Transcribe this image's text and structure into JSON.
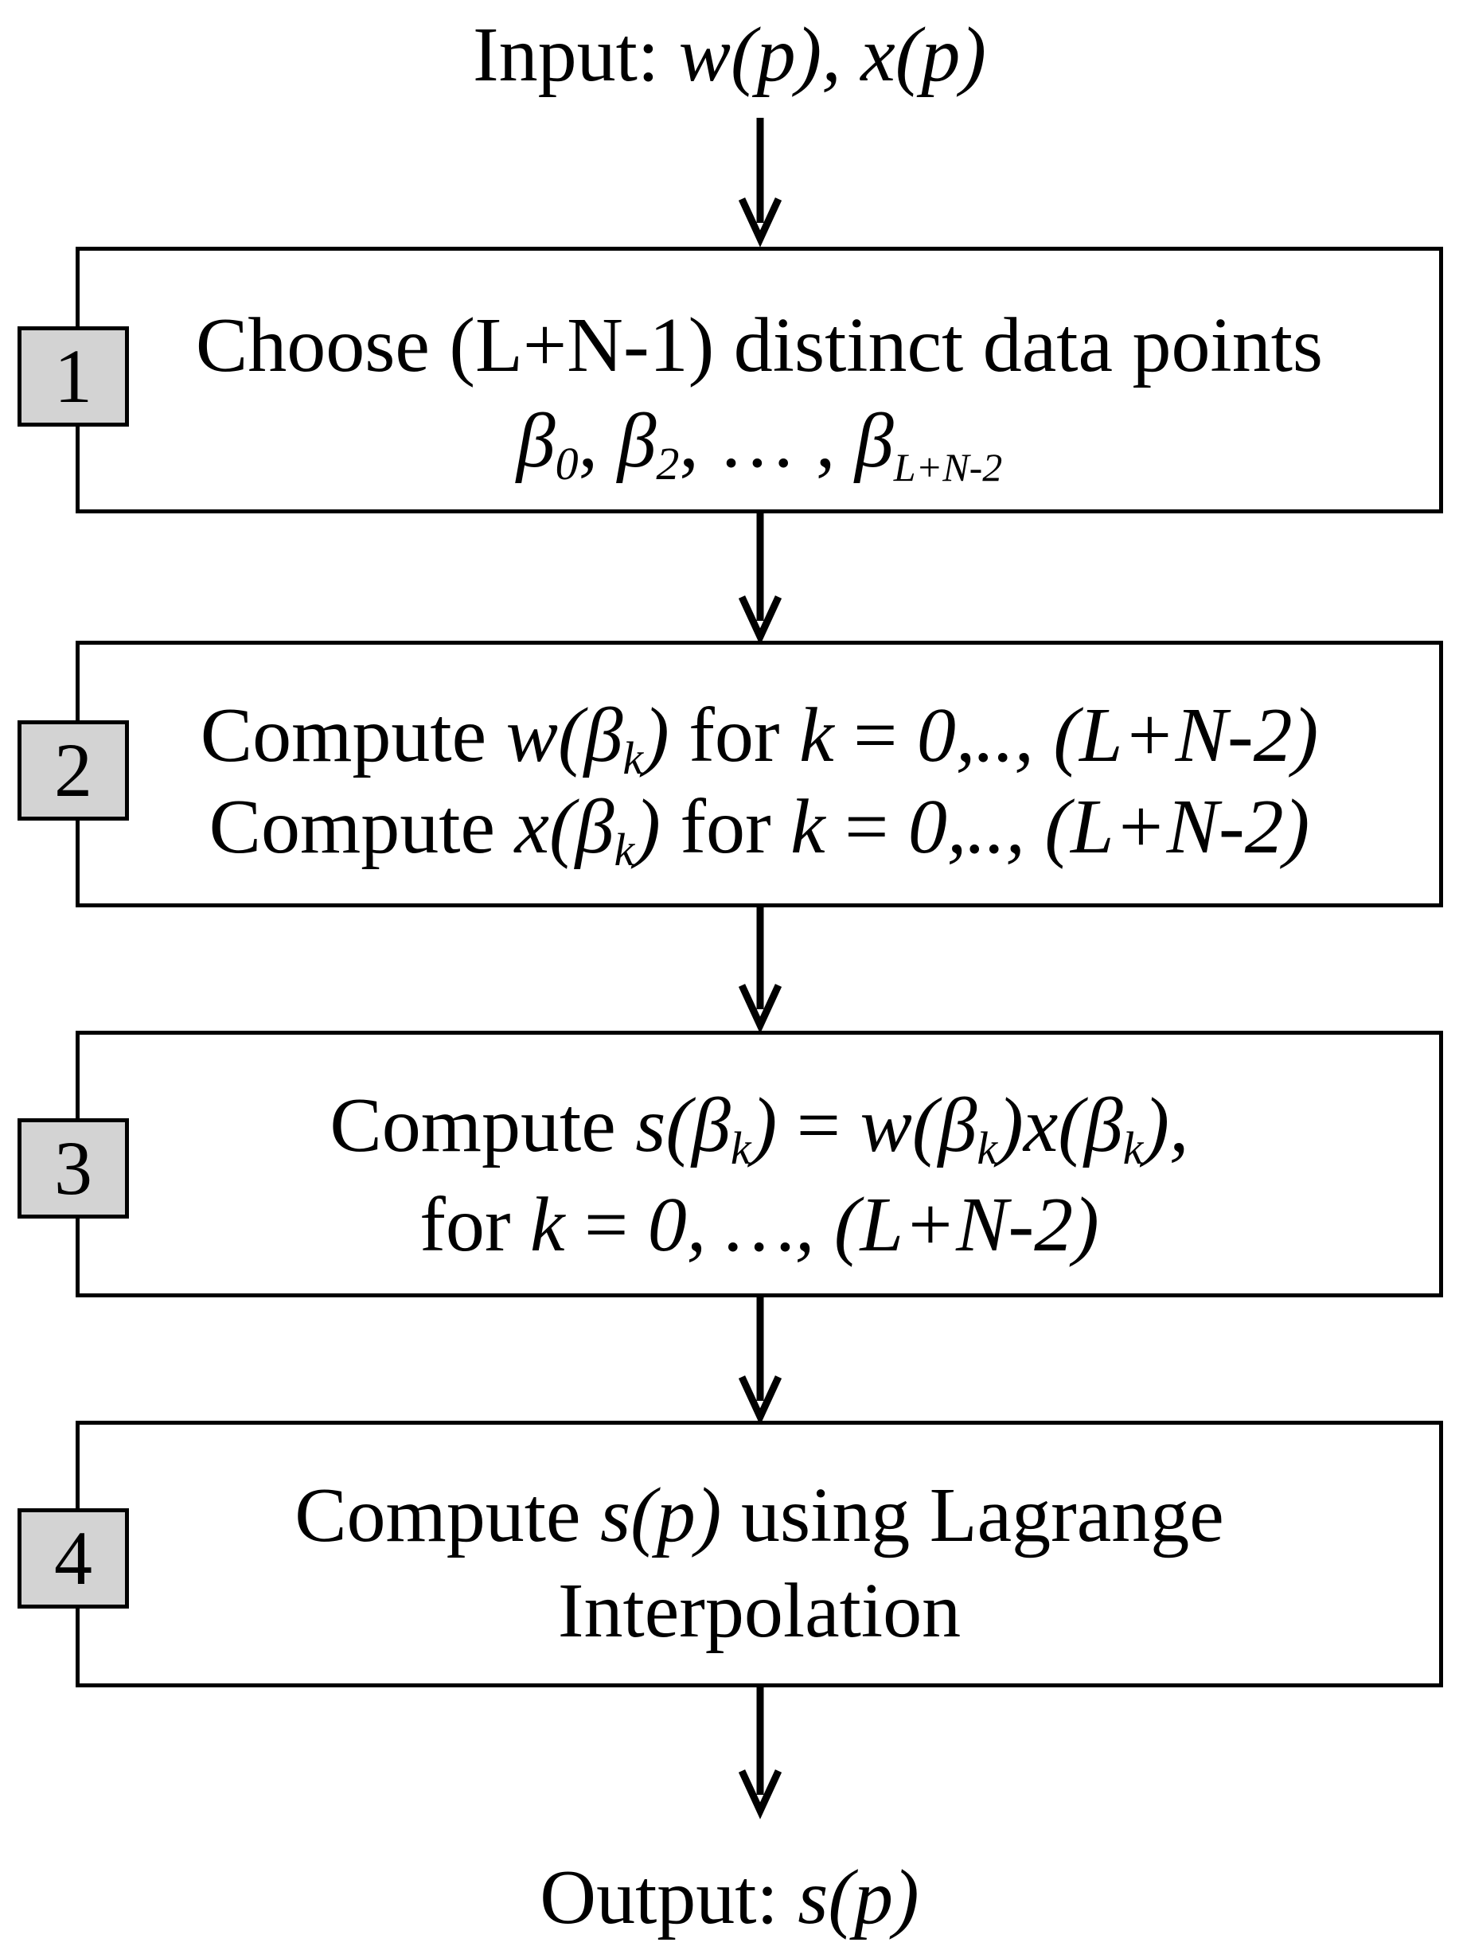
{
  "input": {
    "label": "Input:",
    "vars": "w(p), x(p)"
  },
  "steps": [
    {
      "number": "1",
      "line1": "Choose (L+N-1) distinct data points",
      "line2": {
        "b0": "β",
        "s0": "0",
        "sep1": ", ",
        "b1": "β",
        "s1": "2",
        "mid": ", … , ",
        "b2": "β",
        "s2": "L+N-2"
      }
    },
    {
      "number": "2",
      "line1": {
        "pre": "Compute ",
        "fn": "w(β",
        "sub": "k",
        "close": ")",
        "mid": " for ",
        "k": "k",
        "eq": " = ",
        "range": "0,.., (L+N-2)"
      },
      "line2": {
        "pre": "Compute ",
        "fn": "x(β",
        "sub": "k",
        "close": ")",
        "mid": " for ",
        "k": "k",
        "eq": " = ",
        "range": "0,.., (L+N-2)"
      }
    },
    {
      "number": "3",
      "line1": {
        "pre": "Compute ",
        "s": "s(β",
        "sub1": "k",
        "close1": ")",
        "eq": " =  ",
        "w": "w(β",
        "sub2": "k",
        "close2": ")",
        "x": "x(β",
        "sub3": "k",
        "close3": "),"
      },
      "line2": {
        "pre": "for ",
        "k": "k",
        "eq": " = ",
        "range": "0, …, (L+N-2)"
      }
    },
    {
      "number": "4",
      "line1": {
        "pre": "Compute ",
        "fn": "s(p)",
        "post": " using Lagrange"
      },
      "line2": "Interpolation"
    }
  ],
  "output": {
    "label": "Output: ",
    "var": "s(p)"
  }
}
